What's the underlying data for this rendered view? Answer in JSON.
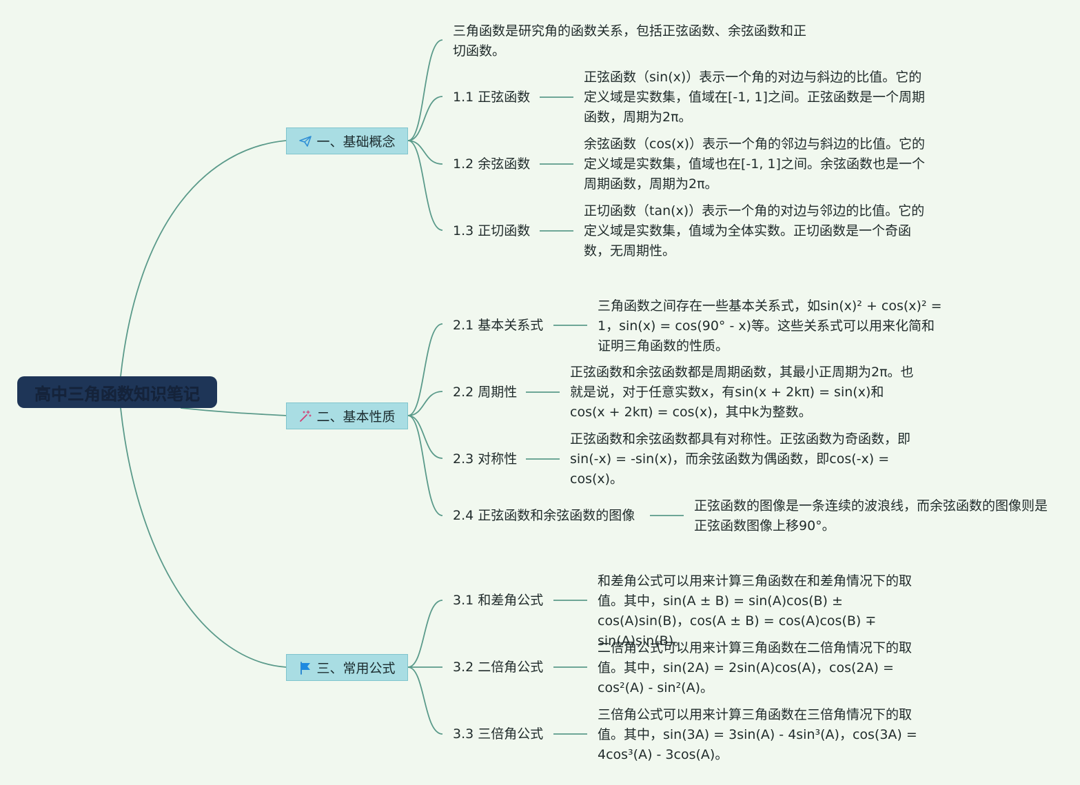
{
  "root": {
    "title": "高中三角函数知识笔记"
  },
  "colors": {
    "background": "#f1f8ef",
    "root_fill": "#1e3557",
    "section_fill": "#a9dde3",
    "connector": "#5a9a8a"
  },
  "sections": [
    {
      "label": "一、基础概念",
      "icon": "paper-plane-icon",
      "intro": "三角函数是研究角的函数关系，包括正弦函数、余弦函数和正切函数。",
      "items": [
        {
          "label": "1.1 正弦函数",
          "desc": "正弦函数（sin(x)）表示一个角的对边与斜边的比值。它的定义域是实数集，值域在[-1, 1]之间。正弦函数是一个周期函数，周期为2π。"
        },
        {
          "label": "1.2 余弦函数",
          "desc": "余弦函数（cos(x)）表示一个角的邻边与斜边的比值。它的定义域是实数集，值域也在[-1, 1]之间。余弦函数也是一个周期函数，周期为2π。"
        },
        {
          "label": "1.3 正切函数",
          "desc": "正切函数（tan(x)）表示一个角的对边与邻边的比值。它的定义域是实数集，值域为全体实数。正切函数是一个奇函数，无周期性。"
        }
      ]
    },
    {
      "label": "二、基本性质",
      "icon": "magic-wand-icon",
      "items": [
        {
          "label": "2.1 基本关系式",
          "desc": "三角函数之间存在一些基本关系式，如sin(x)² + cos(x)² = 1，sin(x) = cos(90° - x)等。这些关系式可以用来化简和证明三角函数的性质。"
        },
        {
          "label": "2.2 周期性",
          "desc": "正弦函数和余弦函数都是周期函数，其最小正周期为2π。也就是说，对于任意实数x，有sin(x + 2kπ) = sin(x)和cos(x + 2kπ) = cos(x)，其中k为整数。"
        },
        {
          "label": "2.3 对称性",
          "desc": "正弦函数和余弦函数都具有对称性。正弦函数为奇函数，即sin(-x) = -sin(x)，而余弦函数为偶函数，即cos(-x) = cos(x)。"
        },
        {
          "label": "2.4 正弦函数和余弦函数的图像",
          "desc": "正弦函数的图像是一条连续的波浪线，而余弦函数的图像则是正弦函数图像上移90°。"
        }
      ]
    },
    {
      "label": "三、常用公式",
      "icon": "flag-icon",
      "items": [
        {
          "label": "3.1 和差角公式",
          "desc": "和差角公式可以用来计算三角函数在和差角情况下的取值。其中，sin(A ± B) = sin(A)cos(B) ± cos(A)sin(B)，cos(A ± B) = cos(A)cos(B) ∓ sin(A)sin(B)。"
        },
        {
          "label": "3.2 二倍角公式",
          "desc": "二倍角公式可以用来计算三角函数在二倍角情况下的取值。其中，sin(2A) = 2sin(A)cos(A)，cos(2A) = cos²(A) - sin²(A)。"
        },
        {
          "label": "3.3 三倍角公式",
          "desc": "三倍角公式可以用来计算三角函数在三倍角情况下的取值。其中，sin(3A) = 3sin(A) - 4sin³(A)，cos(3A) = 4cos³(A) - 3cos(A)。"
        }
      ]
    }
  ]
}
